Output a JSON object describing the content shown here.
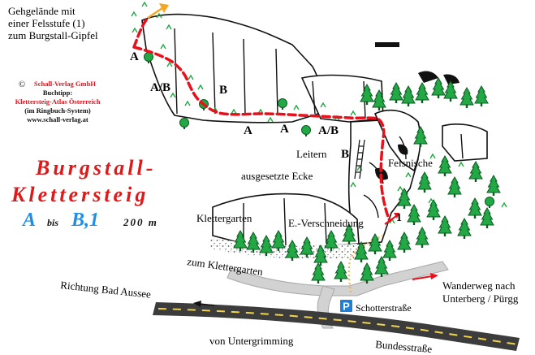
{
  "colors": {
    "route": "#e8101a",
    "title": "#e01818",
    "grade": "#1f8ee8",
    "tree": "#22a845",
    "tree_dark": "#0d5a22",
    "road": "#3c3c3c",
    "road_dash": "#f2d34e",
    "side_road": "#c8c8c8",
    "footpath": "#f0b24a",
    "parking": "#1d7fd6",
    "summit_arrow": "#f5a623"
  },
  "labels": {
    "summit": [
      "Gehgelände mit",
      "einer Felsstufe (1)",
      "zum Burgstall-Gipfel"
    ],
    "leitern": "Leitern",
    "felsnische": "Felsnische",
    "ausgesetzte_ecke": "ausgesetzte Ecke",
    "klettergarten": "Klettergarten",
    "verschneidung": "E.-Verschneidung",
    "zum_klettergarten": "zum Klettergarten",
    "richtung_bad_aussee": "Richtung Bad Aussee",
    "wanderweg": [
      "Wanderweg nach",
      "Unterberg / Pürgg"
    ],
    "schotterstrasse": "Schotterstraße",
    "von_untergrimming": "von Untergrimming",
    "bundesstrasse": "Bundesstraße",
    "parking": "P"
  },
  "route_grades": {
    "a_top": "A",
    "ab_left": "A/B",
    "b_mid": "B",
    "a_low1": "A",
    "a_low2": "A",
    "ab_right": "A/B",
    "b_leitern": "B",
    "pitch_one": "1"
  },
  "publisher": {
    "copyright_symbol": "©",
    "name": "Schall-Verlag GmbH",
    "tip_label": "Buchtipp:",
    "book": "Klettersteig-Atlas Österreich",
    "system": "(im Ringbuch-System)",
    "url": "www.schall-verlag.at"
  },
  "title": {
    "line1": "Burgstall-",
    "line2": "Klettersteig",
    "grade_a": "A",
    "grade_connector": "bis",
    "grade_b": "B,1",
    "time": "200 m"
  }
}
